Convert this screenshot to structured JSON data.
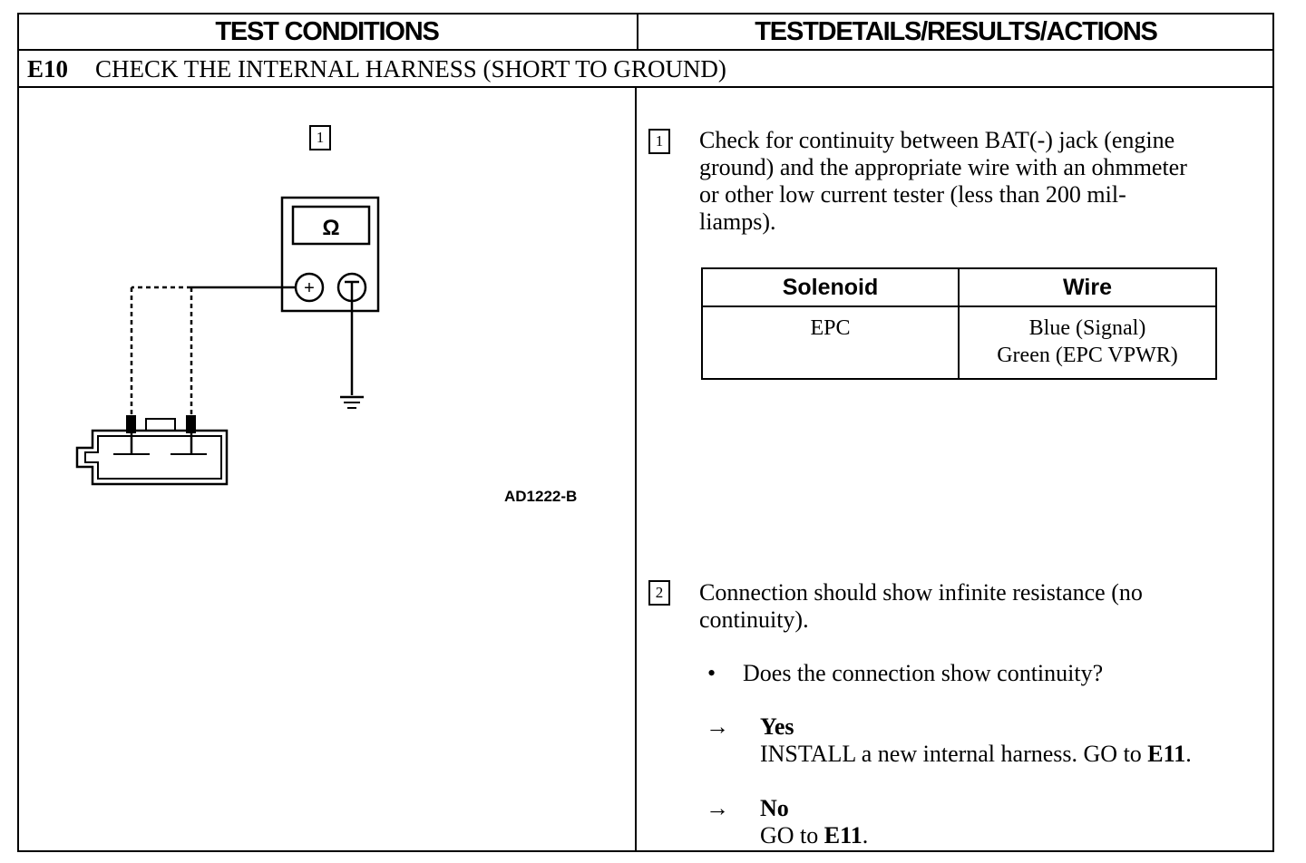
{
  "header": {
    "left": "TEST CONDITIONS",
    "right": "TESTDETAILS/RESULTS/ACTIONS"
  },
  "section": {
    "code": "E10",
    "title": "CHECK THE INTERNAL HARNESS (SHORT TO GROUND)"
  },
  "figure": {
    "step_label": "1",
    "meter_symbol": "Ω",
    "plus_symbol": "+",
    "label": "AD1222-B"
  },
  "steps": [
    {
      "number": "1",
      "lines": [
        "Check for continuity between BAT(-) jack (engine",
        "ground) and the appropriate wire with an ohmmeter",
        "or other low current tester (less than 200 mil-",
        "liamps)."
      ]
    },
    {
      "number": "2",
      "lines": [
        "Connection should show infinite resistance (no",
        "continuity)."
      ]
    }
  ],
  "table": {
    "headers": [
      "Solenoid",
      "Wire"
    ],
    "rows": [
      {
        "solenoid": "EPC",
        "wire_lines": [
          "Blue (Signal)",
          "Green (EPC VPWR)"
        ]
      }
    ]
  },
  "question": "Does the connection show continuity?",
  "answers": [
    {
      "arrow": "→",
      "label": "Yes",
      "action_text": "INSTALL a new internal harness. GO to ",
      "action_ref": "E11",
      "suffix": "."
    },
    {
      "arrow": "→",
      "label": "No",
      "action_text": "GO to ",
      "action_ref": "E11",
      "suffix": "."
    }
  ]
}
